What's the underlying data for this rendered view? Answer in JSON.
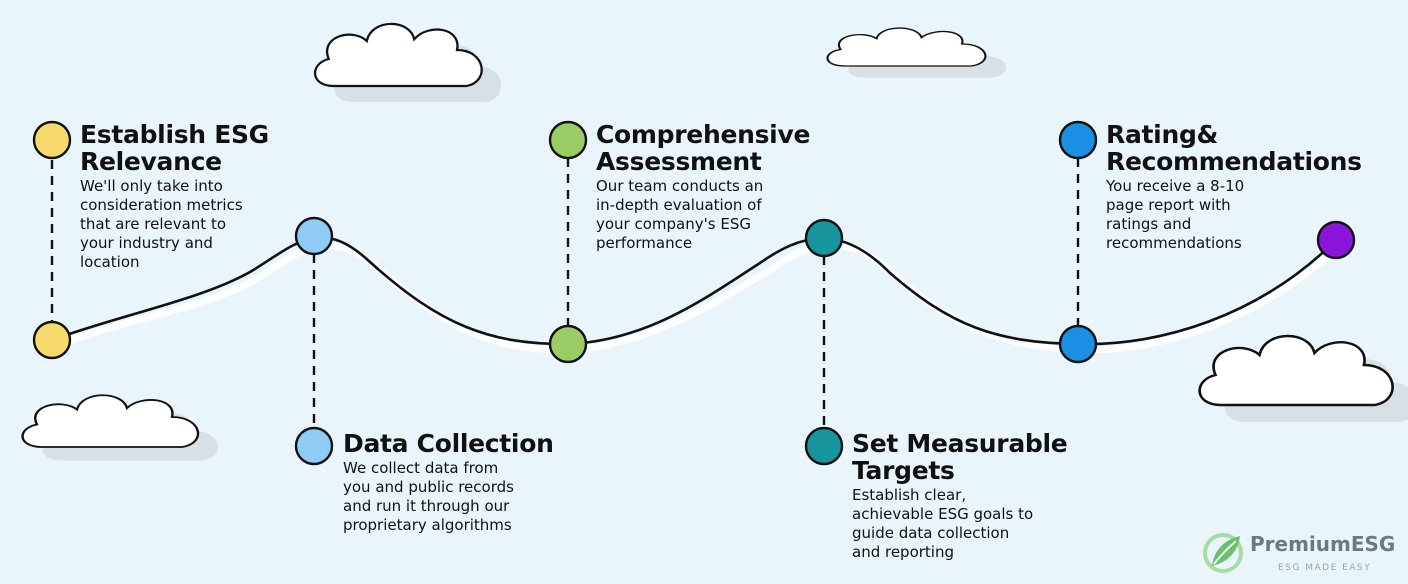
{
  "steps": [
    {
      "title_1": "Establish ESG",
      "title_2": "Relevance",
      "desc": [
        "We'll only take into",
        "consideration metrics",
        "that are relevant to",
        "your industry and",
        "location"
      ],
      "color": "#f7d96b"
    },
    {
      "title_1": "Data Collection",
      "title_2": "",
      "desc": [
        "We collect data from",
        "you and public records",
        "and run it through our",
        "proprietary algorithms"
      ],
      "color": "#8ecbf5"
    },
    {
      "title_1": "Comprehensive",
      "title_2": "Assessment",
      "desc": [
        "Our team conducts an",
        "in-depth evaluation of",
        "your company's ESG",
        "performance"
      ],
      "color": "#9ccc65"
    },
    {
      "title_1": "Set Measurable",
      "title_2": "Targets",
      "desc": [
        "Establish clear,",
        "achievable ESG goals to",
        "guide data collection",
        "and reporting"
      ],
      "color": "#17949c"
    },
    {
      "title_1": "Rating&",
      "title_2": "Recommendations",
      "desc": [
        "You receive a 8-10",
        "page report with",
        "ratings and",
        "recommendations"
      ],
      "color": "#1a8fe3"
    }
  ],
  "end_node_color": "#8a14d8",
  "logo": {
    "name": "PremiumESG",
    "tagline": "ESG MADE EASY"
  },
  "icons": {
    "cloud": "cloud-icon",
    "logo": "premiumesg-leaf-logo-icon"
  }
}
